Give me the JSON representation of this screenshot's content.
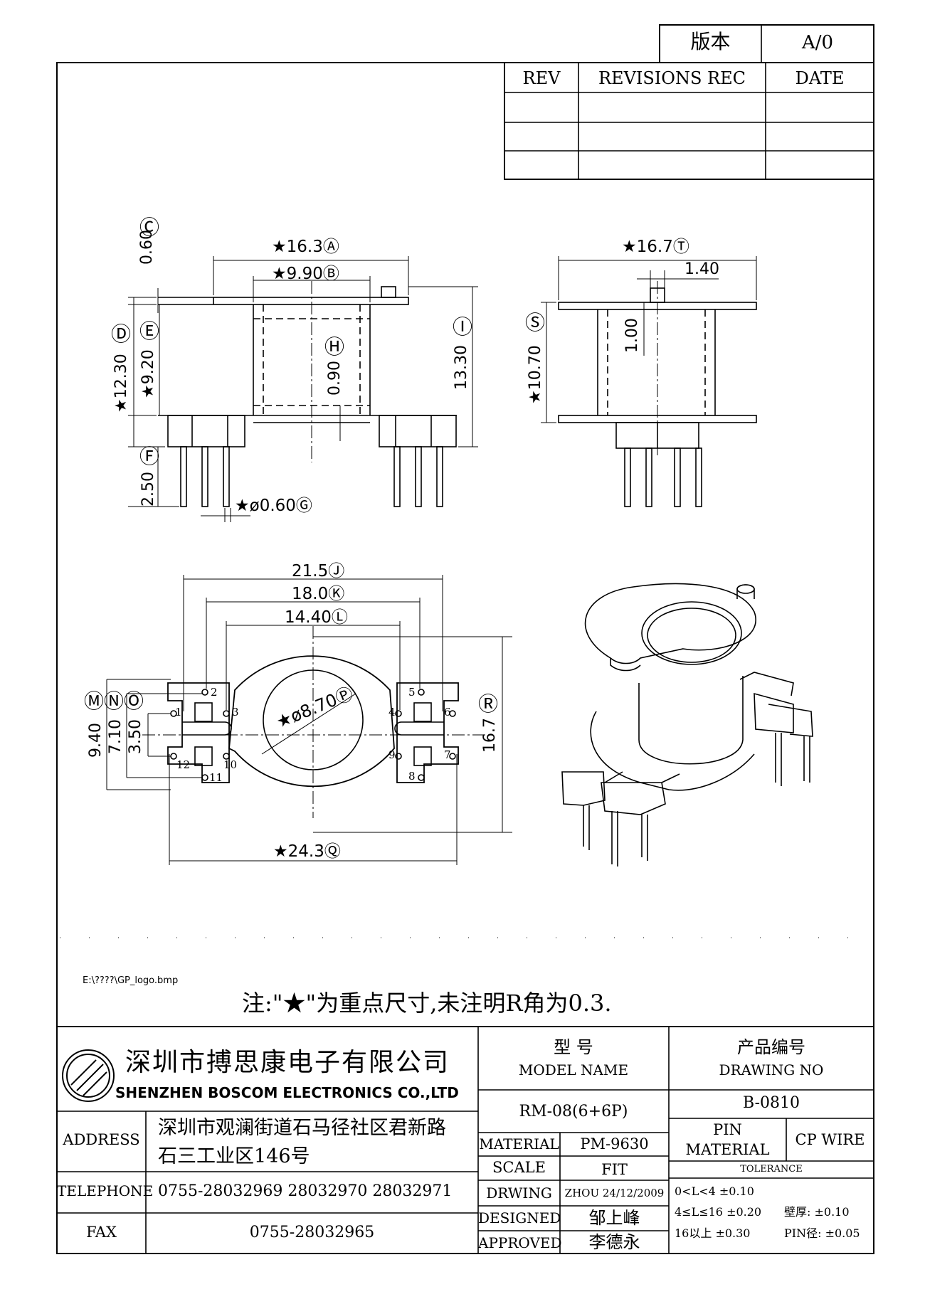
{
  "version_box": {
    "label": "版本",
    "value": "A/0"
  },
  "revision_table": {
    "headers": [
      "REV",
      "REVISIONS REC",
      "DATE"
    ],
    "rows": [
      [
        "",
        "",
        ""
      ],
      [
        "",
        "",
        ""
      ],
      [
        "",
        "",
        ""
      ]
    ]
  },
  "dims": {
    "A": "★16.3Ⓐ",
    "B": "★9.90Ⓑ",
    "C": "Ⓒ",
    "C_val": "0.60",
    "D": "Ⓓ",
    "D_val": "★12.30",
    "E": "Ⓔ",
    "E_val": "★9.20",
    "F": "Ⓕ",
    "F_val": "2.50",
    "G": "★ø0.60Ⓖ",
    "H": "Ⓗ",
    "H_val": "0.90",
    "I": "Ⓘ",
    "I_val": "13.30",
    "T": "★16.7Ⓣ",
    "side_140": "1.40",
    "side_100": "1.00",
    "S": "Ⓢ",
    "S_val": "★10.70",
    "J": "21.5Ⓙ",
    "K": "18.0Ⓚ",
    "L": "14.40Ⓛ",
    "MNO": "ⓂⓃⓄ",
    "M_val": "9.40",
    "N_val": "7.10",
    "O_val": "3.50",
    "P": "★ø8.70Ⓟ",
    "R": "Ⓡ",
    "R_val": "16.7",
    "Q": "★24.3Ⓠ"
  },
  "pins": [
    "1",
    "2",
    "3",
    "4",
    "5",
    "6",
    "7",
    "8",
    "9",
    "10",
    "11",
    "12"
  ],
  "logo_path": "E:\\????\\GP_logo.bmp",
  "note": "注:\"★\"为重点尺寸,未注明R角为0.3.",
  "company": {
    "name_cn": "深圳市搏思康电子有限公司",
    "name_en": "SHENZHEN  BOSCOM  ELECTRONICS  CO.,LTD"
  },
  "title_block": {
    "model_label_cn": "型        号",
    "model_label_en": "MODEL  NAME",
    "model_value": "RM-08(6+6P)",
    "drawing_no_label_cn": "产品编号",
    "drawing_no_label_en": "DRAWING  NO",
    "drawing_no_value": "B-0810",
    "address_label": "ADDRESS",
    "address_line1": "深圳市观澜街道石马径社区君新路",
    "address_line2": "石三工业区146号",
    "telephone_label": "TELEPHONE",
    "telephone_value": "0755-28032969  28032970  28032971",
    "fax_label": "FAX",
    "fax_value": "0755-28032965",
    "material_label": "MATERIAL",
    "material_value": "PM-9630",
    "scale_label": "SCALE",
    "scale_value": "FIT",
    "drawing_label": "DRWING",
    "drawing_value": "ZHOU 24/12/2009",
    "designed_label": "DESIGNED",
    "designed_value": "邹上峰",
    "approved_label": "APPROVED",
    "approved_value": "李德永",
    "pin_material_label_1": "PIN",
    "pin_material_label_2": "MATERIAL",
    "pin_material_value": "CP  WIRE",
    "tolerance_label": "TOLERANCE",
    "tol_row1": "0<L<4     ±0.10",
    "tol_row2": "4≤L≤16  ±0.20",
    "tol_row3": "16以上      ±0.30",
    "wall_label": "壁厚:  ±0.10",
    "pin_dia_label": "PIN径: ±0.05"
  }
}
